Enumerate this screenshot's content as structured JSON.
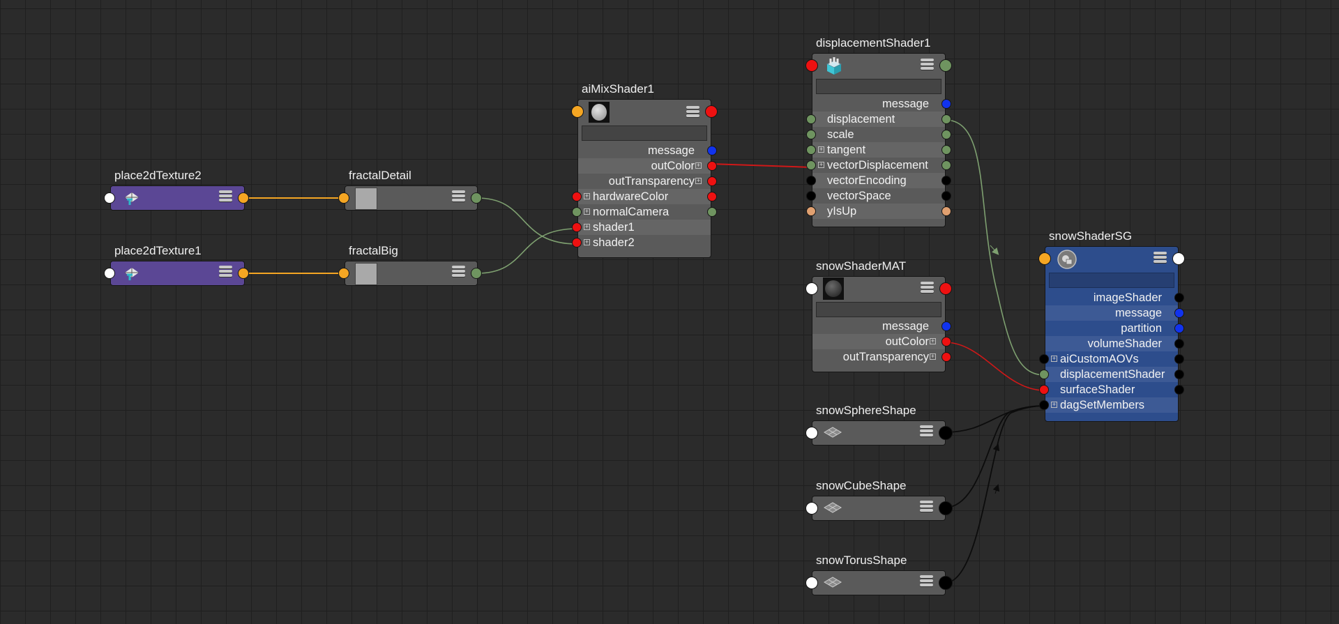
{
  "colors": {
    "background": "#2b2b2b",
    "grid": "#1f1f1f",
    "node_gray": "#5a5a5a",
    "node_purple": "#5b4795",
    "node_blue": "#2d4d8c",
    "port_yellow": "#f5a623",
    "port_red": "#ee1111",
    "port_blue": "#1133ee",
    "port_green": "#6f9460",
    "port_black": "#000000",
    "port_white": "#ffffff",
    "port_peach": "#e0a070",
    "wire_yellow": "#f5a623",
    "wire_red": "#d01818",
    "wire_green": "#7ea070",
    "wire_black": "#0c0c0c"
  },
  "nodes": {
    "place2dTexture2": {
      "title": "place2dTexture2",
      "icon": "place2d-texture-icon"
    },
    "place2dTexture1": {
      "title": "place2dTexture1",
      "icon": "place2d-texture-icon"
    },
    "fractalDetail": {
      "title": "fractalDetail",
      "icon": "texture-swatch"
    },
    "fractalBig": {
      "title": "fractalBig",
      "icon": "texture-swatch"
    },
    "aiMixShader1": {
      "title": "aiMixShader1",
      "icon": "shader-ball-icon",
      "attrs": [
        "message",
        "outColor",
        "outTransparency",
        "hardwareColor",
        "normalCamera",
        "shader1",
        "shader2"
      ]
    },
    "displacementShader1": {
      "title": "displacementShader1",
      "icon": "displacement-cube-icon",
      "attrs": [
        "message",
        "displacement",
        "scale",
        "tangent",
        "vectorDisplacement",
        "vectorEncoding",
        "vectorSpace",
        "yIsUp"
      ]
    },
    "snowShaderMAT": {
      "title": "snowShaderMAT",
      "icon": "dark-shader-ball-icon",
      "attrs": [
        "message",
        "outColor",
        "outTransparency"
      ]
    },
    "snowShaderSG": {
      "title": "snowShaderSG",
      "icon": "shading-group-icon",
      "attrs": [
        "imageShader",
        "message",
        "partition",
        "volumeShader",
        "aiCustomAOVs",
        "displacementShader",
        "surfaceShader",
        "dagSetMembers"
      ]
    },
    "snowSphereShape": {
      "title": "snowSphereShape",
      "icon": "mesh-shape-icon"
    },
    "snowCubeShape": {
      "title": "snowCubeShape",
      "icon": "mesh-shape-icon"
    },
    "snowTorusShape": {
      "title": "snowTorusShape",
      "icon": "mesh-shape-icon"
    }
  },
  "connections": [
    {
      "from": "place2dTexture2",
      "to": "fractalDetail",
      "color": "yellow"
    },
    {
      "from": "place2dTexture1",
      "to": "fractalBig",
      "color": "yellow"
    },
    {
      "from": "fractalDetail",
      "to": "aiMixShader1.shader2",
      "color": "green"
    },
    {
      "from": "fractalBig",
      "to": "aiMixShader1.shader1",
      "color": "green"
    },
    {
      "from": "aiMixShader1.outColor",
      "to": "displacementShader1.vectorDisplacement",
      "color": "red"
    },
    {
      "from": "displacementShader1.displacement",
      "to": "snowShaderSG.displacementShader",
      "color": "green"
    },
    {
      "from": "snowShaderMAT.outColor",
      "to": "snowShaderSG.surfaceShader",
      "color": "red"
    },
    {
      "from": "snowSphereShape",
      "to": "snowShaderSG.dagSetMembers",
      "color": "black"
    },
    {
      "from": "snowCubeShape",
      "to": "snowShaderSG.dagSetMembers",
      "color": "black"
    },
    {
      "from": "snowTorusShape",
      "to": "snowShaderSG.dagSetMembers",
      "color": "black"
    }
  ]
}
